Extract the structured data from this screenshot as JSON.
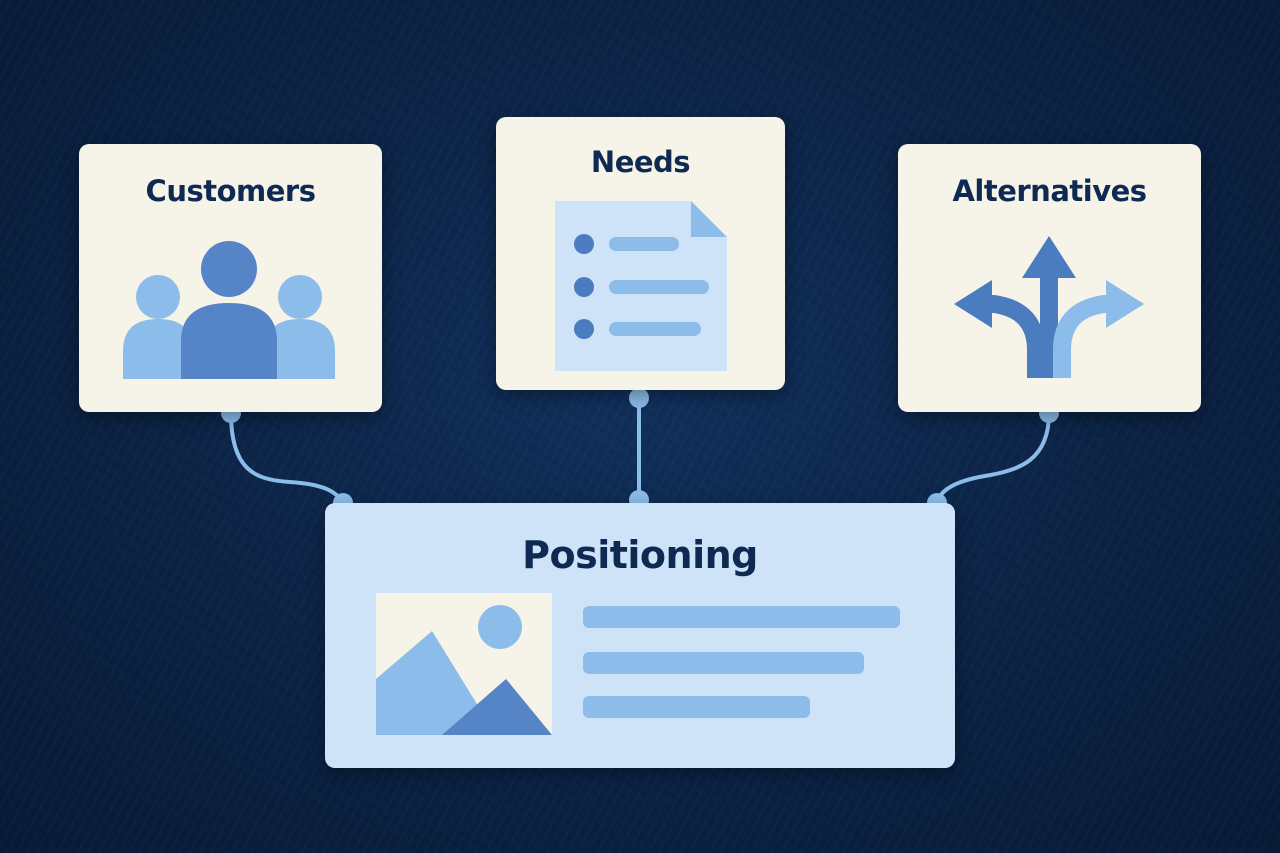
{
  "diagram": {
    "nodes": {
      "customers": {
        "title": "Customers",
        "icon": "people-group-icon"
      },
      "needs": {
        "title": "Needs",
        "icon": "checklist-document-icon"
      },
      "alternatives": {
        "title": "Alternatives",
        "icon": "branching-arrows-icon"
      },
      "positioning": {
        "title": "Positioning",
        "icon": "image-placeholder-icon"
      }
    },
    "edges": [
      {
        "from": "customers",
        "to": "positioning"
      },
      {
        "from": "needs",
        "to": "positioning"
      },
      {
        "from": "alternatives",
        "to": "positioning"
      }
    ]
  },
  "colors": {
    "background": "#0c2548",
    "card": "#f6f3e8",
    "positioning_card": "#cfe3f8",
    "title_text": "#0e2a52",
    "accent_light": "#8bbcea",
    "accent_mid": "#6a9fd6",
    "accent_dark": "#4a7cbf"
  }
}
